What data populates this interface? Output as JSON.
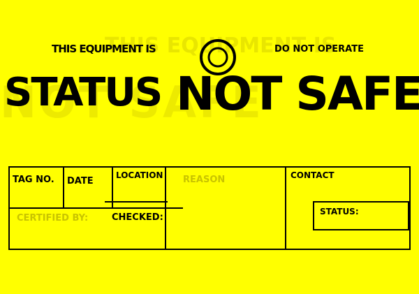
{
  "colors": {
    "background": "#FFFF00",
    "ink": "#000000",
    "ghost": "#D8D200"
  },
  "header": {
    "small_left": "THIS EQUIPMENT IS",
    "small_right": "DO NOT OPERATE",
    "warning_word": "STATUS",
    "headline": "NOT SAFE",
    "logo_icon": "circle-ring-icon"
  },
  "form": {
    "row1": {
      "col1_label": "TAG NO.",
      "col2_label": "DATE",
      "col3_label": "LOCATION",
      "col4_label": "REASON",
      "col5_label": "CONTACT"
    },
    "row2": {
      "certified_label": "CERTIFIED BY:",
      "checked_label": "CHECKED:",
      "status_label": "STATUS:"
    }
  }
}
